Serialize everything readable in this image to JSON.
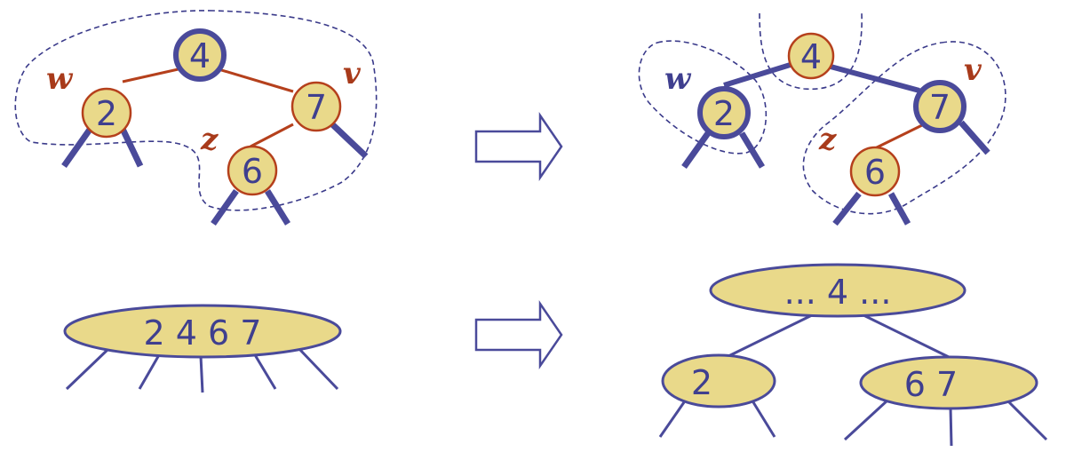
{
  "colors": {
    "node_fill": "#e9d98a",
    "red_edge": "#b5401c",
    "blue_edge": "#4a4a9a",
    "red_label": "#a83a1a",
    "blue_label": "#3f3f8f",
    "dashed": "#3a3a8a",
    "text": "#3f3f8f"
  },
  "top_left_tree": {
    "root": "4",
    "left": "2",
    "right": "7",
    "right_left": "6",
    "labels": {
      "w": "w",
      "v": "v",
      "z": "z"
    }
  },
  "top_right_tree": {
    "root": "4",
    "left": "2",
    "right": "7",
    "right_left": "6",
    "labels": {
      "w": "w",
      "v": "v",
      "z": "z"
    }
  },
  "bottom_left": {
    "keys": "2 4 6 7"
  },
  "bottom_right": {
    "parent": "... 4 ...",
    "left": "2",
    "right": "6 7"
  },
  "arrows": [
    "transform-arrow-top",
    "transform-arrow-bottom"
  ]
}
